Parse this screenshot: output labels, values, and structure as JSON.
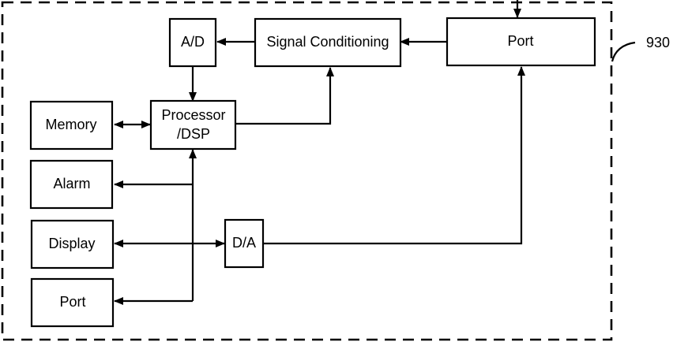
{
  "diagram": {
    "reference_label": "930",
    "blocks": {
      "ad": "A/D",
      "signal_conditioning": "Signal Conditioning",
      "port_top": "Port",
      "memory": "Memory",
      "processor_line1": "Processor",
      "processor_line2": "/DSP",
      "alarm": "Alarm",
      "display": "Display",
      "da": "D/A",
      "port_bottom": "Port"
    },
    "connections": [
      {
        "from": "external",
        "to": "Port",
        "direction": "into"
      },
      {
        "from": "Port",
        "to": "Signal Conditioning"
      },
      {
        "from": "Signal Conditioning",
        "to": "A/D"
      },
      {
        "from": "A/D",
        "to": "Processor /DSP"
      },
      {
        "from": "Processor /DSP",
        "to": "Signal Conditioning"
      },
      {
        "from": "Memory",
        "to": "Processor /DSP",
        "bidirectional": true
      },
      {
        "from": "bus",
        "to": "Processor /DSP"
      },
      {
        "from": "bus",
        "to": "Alarm"
      },
      {
        "from": "Display",
        "to": "D/A",
        "bidirectional": true
      },
      {
        "from": "bus",
        "to": "Port"
      },
      {
        "from": "D/A",
        "to": "Port"
      }
    ]
  }
}
